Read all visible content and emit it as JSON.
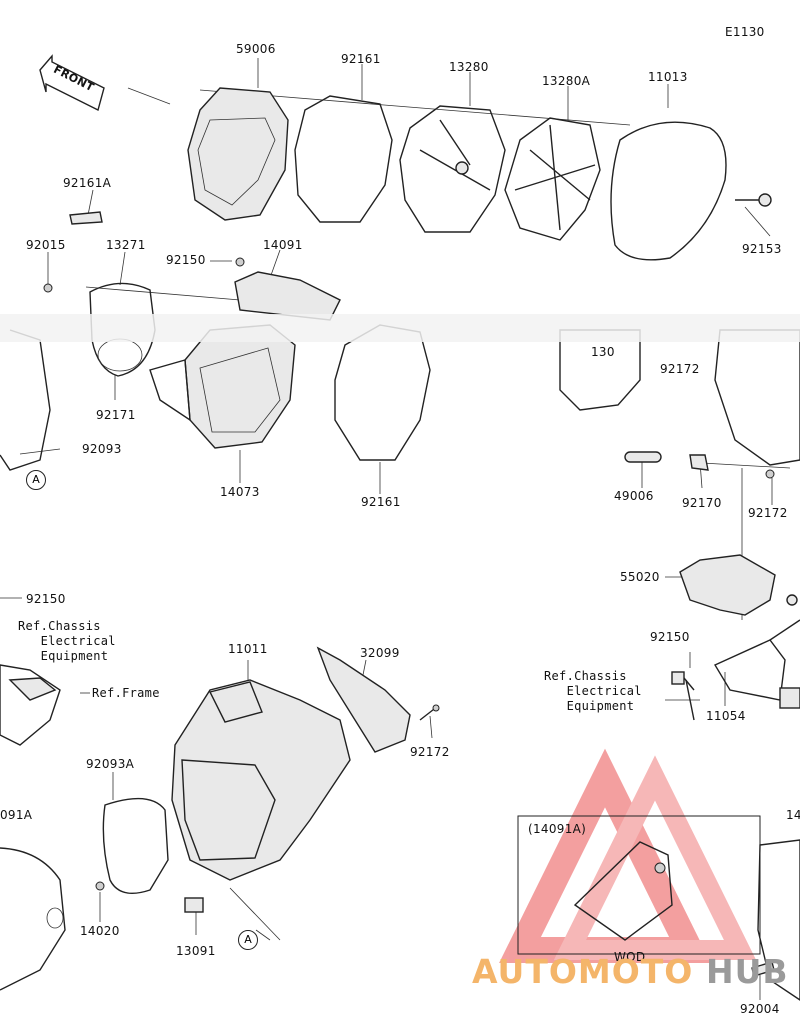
{
  "diagram_code": "E1130",
  "front_label": "FRONT",
  "part_labels": {
    "p59006": "59006",
    "p92161_top": "92161",
    "p13280": "13280",
    "p13280A": "13280A",
    "p11013": "11013",
    "p92161A": "92161A",
    "p92015": "92015",
    "p13271": "13271",
    "p92150_top": "92150",
    "p14091": "14091",
    "p92153": "92153",
    "p130": "130",
    "p92172_top": "92172",
    "p92171": "92171",
    "p92093": "92093",
    "p14073": "14073",
    "p92161_mid": "92161",
    "p49006": "49006",
    "p92170": "92170",
    "p92172_right": "92172",
    "p55020": "55020",
    "p92150_left": "92150",
    "p11011": "11011",
    "p32099": "32099",
    "p92150_right": "92150",
    "p92172_bottom": "92172",
    "p11054": "11054",
    "p92093A": "92093A",
    "p14091A_left": "091A",
    "p14020": "14020",
    "p13091": "13091",
    "p92004": "92004",
    "p14_right": "14"
  },
  "references": {
    "chassis_left": "Ref.Chassis\n   Electrical\n   Equipment",
    "frame_left": "Ref.Frame",
    "chassis_right": "Ref.Chassis\n   Electrical\n   Equipment"
  },
  "callouts": {
    "a1": "A",
    "a2": "A"
  },
  "inset": {
    "title": "(14091A)",
    "caption": "WOD"
  },
  "watermark": {
    "part1": "AUTOMOTO",
    "part2": "HUB",
    "color1": "#f4b56a",
    "color2": "#9a9a9a",
    "logo_color": "#f08080"
  }
}
